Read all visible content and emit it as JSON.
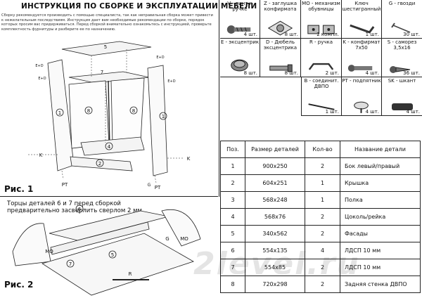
{
  "header": {
    "title": "ИНСТРУКЦИЯ ПО СБОРКЕ И ЭКСПЛУАТАЦИИ МЕБЕЛИ",
    "intro": "Сборку рекомендуется производить с помощью специалиста, так как неправильная сборка может привести к нежелательным последствиям. Инструкция дает вам необходимые рекомендации по сборке, порядок которых просим вас придерживаться. Перед сборкой внимательно ознакомьтесь с инструкцией, проверьте комплектность фурнитуры и разберите ее по назначению."
  },
  "figures": {
    "fig1_label": "Рис. 1",
    "fig2_label": "Рис. 2",
    "fig2_note": "Торцы деталей 6 и 7 перед сборкой предварительно засверлить сверлом 2 мм.",
    "watermark": "2level.ru",
    "callouts1": [
      "1",
      "8",
      "8",
      "1",
      "4",
      "2",
      "5",
      "7",
      "K",
      "K",
      "PT",
      "PT",
      "E+D",
      "E+D",
      "E+D",
      "E+D",
      "G"
    ],
    "callouts2": [
      "6",
      "5",
      "7",
      "R",
      "MO",
      "MO",
      "G"
    ]
  },
  "hardware": [
    {
      "name": "V - винт к ручке",
      "qty": "4 шт.",
      "icon": "screw-icon"
    },
    {
      "name": "Z - заглушка конфирмата",
      "qty": "8 шт.",
      "icon": "cap-icon"
    },
    {
      "name": "MO - механизм обувницы",
      "qty": "2 компл.",
      "icon": "shoe-mechanism-icon"
    },
    {
      "name": "Ключ шестигранный",
      "qty": "1 шт.",
      "icon": "hex-key-icon"
    },
    {
      "name": "G - гвозди",
      "qty": "30 шт.",
      "icon": "nail-icon"
    },
    {
      "name": "E - эксцентрик",
      "qty": "8 шт.",
      "icon": "eccentric-icon"
    },
    {
      "name": "D - Дюбель эксцентрика",
      "qty": "8 шт.",
      "icon": "dowel-icon"
    },
    {
      "name": "R - ручка",
      "qty": "2 шт.",
      "icon": "handle-icon"
    },
    {
      "name": "K - конфирмат 7x50",
      "qty": "4 шт.",
      "icon": "confirmat-icon"
    },
    {
      "name": "S - саморез 3,5x16",
      "qty": "36 шт.",
      "icon": "self-tapping-screw-icon"
    },
    {
      "name": "B - соединит. ДВПО",
      "qty": "1 шт.",
      "icon": "connector-icon"
    },
    {
      "name": "PT - подпятник",
      "qty": "4 шт.",
      "icon": "foot-pad-icon"
    },
    {
      "name": "SK - шкант",
      "qty": "4 шт.",
      "icon": "wood-dowel-icon"
    }
  ],
  "parts_table": {
    "headers": [
      "Поз.",
      "Размер деталей",
      "Кол-во",
      "Название детали"
    ],
    "rows": [
      [
        "1",
        "900x250",
        "2",
        "Бок левый/правый"
      ],
      [
        "2",
        "604x251",
        "1",
        "Крышка"
      ],
      [
        "3",
        "568x248",
        "1",
        "Полка"
      ],
      [
        "4",
        "568x76",
        "2",
        "Цоколь/рейка"
      ],
      [
        "5",
        "340x562",
        "2",
        "Фасады"
      ],
      [
        "6",
        "554x135",
        "4",
        "ЛДСП 10 мм"
      ],
      [
        "7",
        "554x85",
        "2",
        "ЛДСП 10 мм"
      ],
      [
        "8",
        "720x298",
        "2",
        "Задняя стенка ДВПО"
      ]
    ]
  }
}
